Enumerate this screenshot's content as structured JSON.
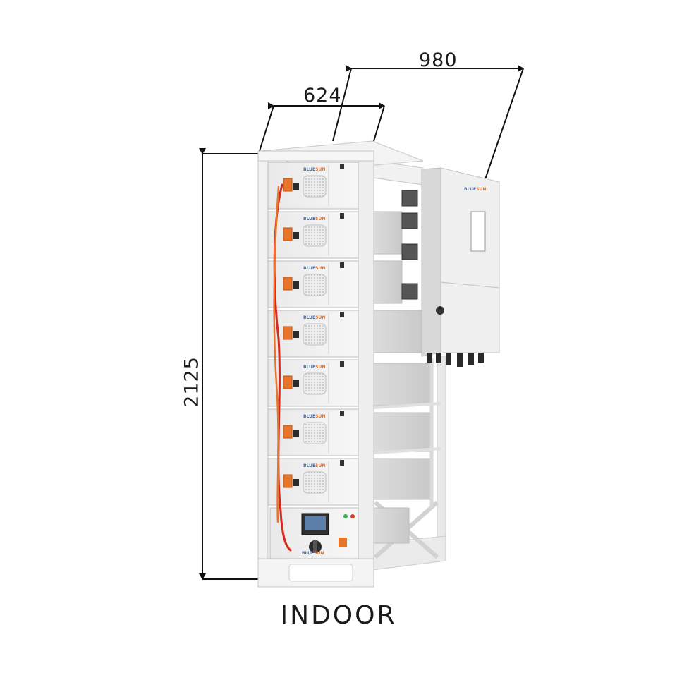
{
  "dimensions": {
    "width": "980",
    "depth": "624",
    "height": "2125"
  },
  "caption": "INDOOR",
  "product": {
    "brand": "BLUESUN",
    "battery_module_count": 7
  },
  "colors": {
    "cable_orange": "#e8742a",
    "cable_red": "#d62a1e",
    "frame_white": "#f4f4f4",
    "dimension_line": "#111111"
  }
}
